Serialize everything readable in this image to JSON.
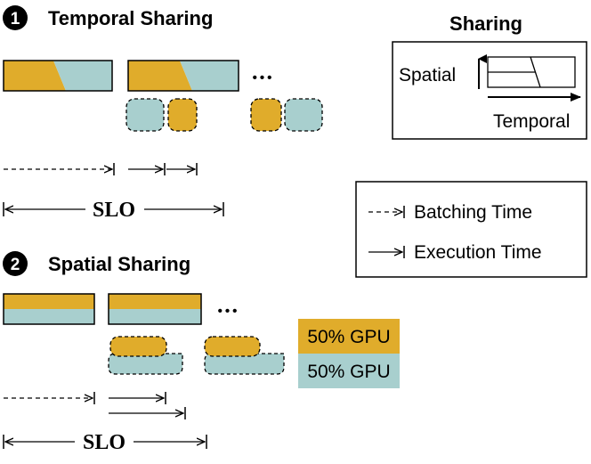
{
  "sections": {
    "temporal": {
      "number": "1",
      "title": "Temporal Sharing"
    },
    "spatial": {
      "number": "2",
      "title": "Spatial Sharing"
    }
  },
  "slo_label": "SLO",
  "ellipsis": "•••",
  "sharing_box": {
    "title": "Sharing",
    "axis_vertical": "Spatial",
    "axis_horizontal": "Temporal"
  },
  "legend": {
    "batching": "Batching Time",
    "execution": "Execution Time"
  },
  "gpu_legend": {
    "top": "50% GPU",
    "bottom": "50% GPU"
  },
  "colors": {
    "gold": "#E0AC2B",
    "teal": "#A8CFCE",
    "line": "#000000"
  }
}
